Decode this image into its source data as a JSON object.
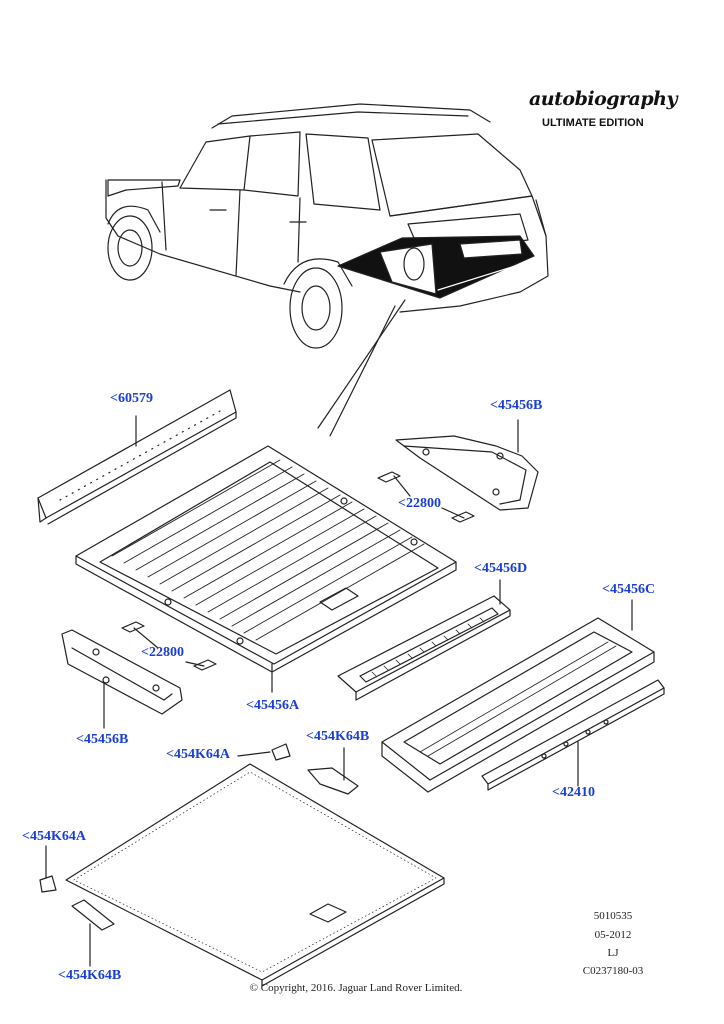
{
  "branding": {
    "script_title": "autobiography",
    "edition": "ULTIMATE EDITION"
  },
  "callouts": {
    "c60579": "<60579",
    "c45456B_top": "<45456B",
    "c22800_top": "<22800",
    "c45456D": "<45456D",
    "c45456C": "<45456C",
    "c22800_left": "<22800",
    "c45456B_left": "<45456B",
    "c45456A": "<45456A",
    "c454K64A_mid": "<454K64A",
    "c454K64B_mid": "<454K64B",
    "c42410": "<42410",
    "c454K64A_left": "<454K64A",
    "c454K64B_bottom": "<454K64B"
  },
  "meta": {
    "ref_number": "5010535",
    "date": "05-2012",
    "initials": "LJ",
    "illustration_code": "C0237180-03"
  },
  "copyright": "© Copyright, 2016. Jaguar Land Rover Limited.",
  "colors": {
    "callout": "#1a3fd6",
    "line": "#222222",
    "fill_dark": "#111111"
  }
}
